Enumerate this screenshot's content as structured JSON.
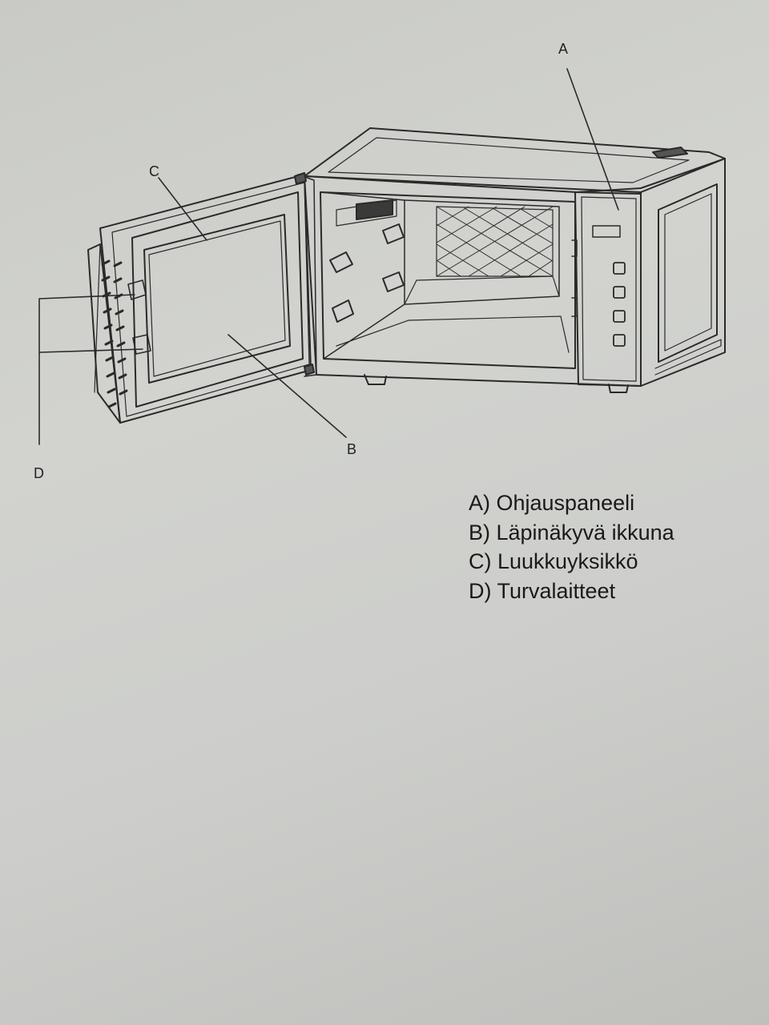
{
  "callouts": {
    "a": "A",
    "b": "B",
    "c": "C",
    "d": "D"
  },
  "legend": [
    "A) Ohjauspaneeli",
    "B) Läpinäkyvä ikkuna",
    "C) Luukkuyksikkö",
    "D) Turvalaitteet"
  ]
}
